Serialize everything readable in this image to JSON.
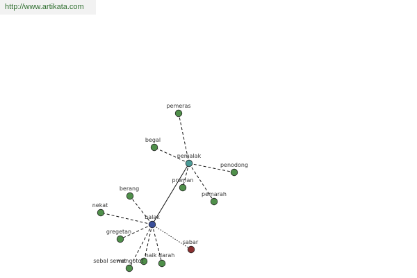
{
  "source_banner": "http://www.artikata.com",
  "colors": {
    "leaf": "#4f8f4a",
    "hub_primary": "#3a4f9a",
    "hub_secondary": "#4a9a96",
    "antonym": "#8a3030"
  },
  "nodes": [
    {
      "id": "balak",
      "label": "balak",
      "kind": "hub_primary"
    },
    {
      "id": "pemalak",
      "label": "pemalak",
      "kind": "hub_secondary"
    },
    {
      "id": "pemeras",
      "label": "pemeras",
      "kind": "leaf"
    },
    {
      "id": "begal",
      "label": "begal",
      "kind": "leaf"
    },
    {
      "id": "penodong",
      "label": "penodong",
      "kind": "leaf"
    },
    {
      "id": "preman",
      "label": "preman",
      "kind": "leaf"
    },
    {
      "id": "pemarah",
      "label": "pemarah",
      "kind": "leaf"
    },
    {
      "id": "berang",
      "label": "berang",
      "kind": "leaf"
    },
    {
      "id": "nekat",
      "label": "nekat",
      "kind": "leaf"
    },
    {
      "id": "gregetan",
      "label": "gregetan",
      "kind": "leaf"
    },
    {
      "id": "sabar",
      "label": "sabar",
      "kind": "antonym"
    },
    {
      "id": "naik-darah",
      "label": "naik darah",
      "kind": "leaf"
    },
    {
      "id": "mengotot",
      "label": "mengotot",
      "kind": "leaf"
    },
    {
      "id": "sebal-sewot",
      "label": "sebal sewot",
      "kind": "leaf"
    }
  ],
  "edges": [
    {
      "from": "balak",
      "to": "pemalak",
      "style": "solid"
    },
    {
      "from": "pemalak",
      "to": "pemeras",
      "style": "dashed"
    },
    {
      "from": "pemalak",
      "to": "begal",
      "style": "dashed"
    },
    {
      "from": "pemalak",
      "to": "penodong",
      "style": "dashed"
    },
    {
      "from": "pemalak",
      "to": "preman",
      "style": "dashed"
    },
    {
      "from": "pemalak",
      "to": "pemarah",
      "style": "dashed"
    },
    {
      "from": "balak",
      "to": "berang",
      "style": "dashed"
    },
    {
      "from": "balak",
      "to": "nekat",
      "style": "dashed"
    },
    {
      "from": "balak",
      "to": "gregetan",
      "style": "dashed"
    },
    {
      "from": "balak",
      "to": "sabar",
      "style": "dotted"
    },
    {
      "from": "balak",
      "to": "naik-darah",
      "style": "dashed"
    },
    {
      "from": "balak",
      "to": "mengotot",
      "style": "dashed"
    },
    {
      "from": "balak",
      "to": "sebal-sewot",
      "style": "dashed"
    }
  ]
}
